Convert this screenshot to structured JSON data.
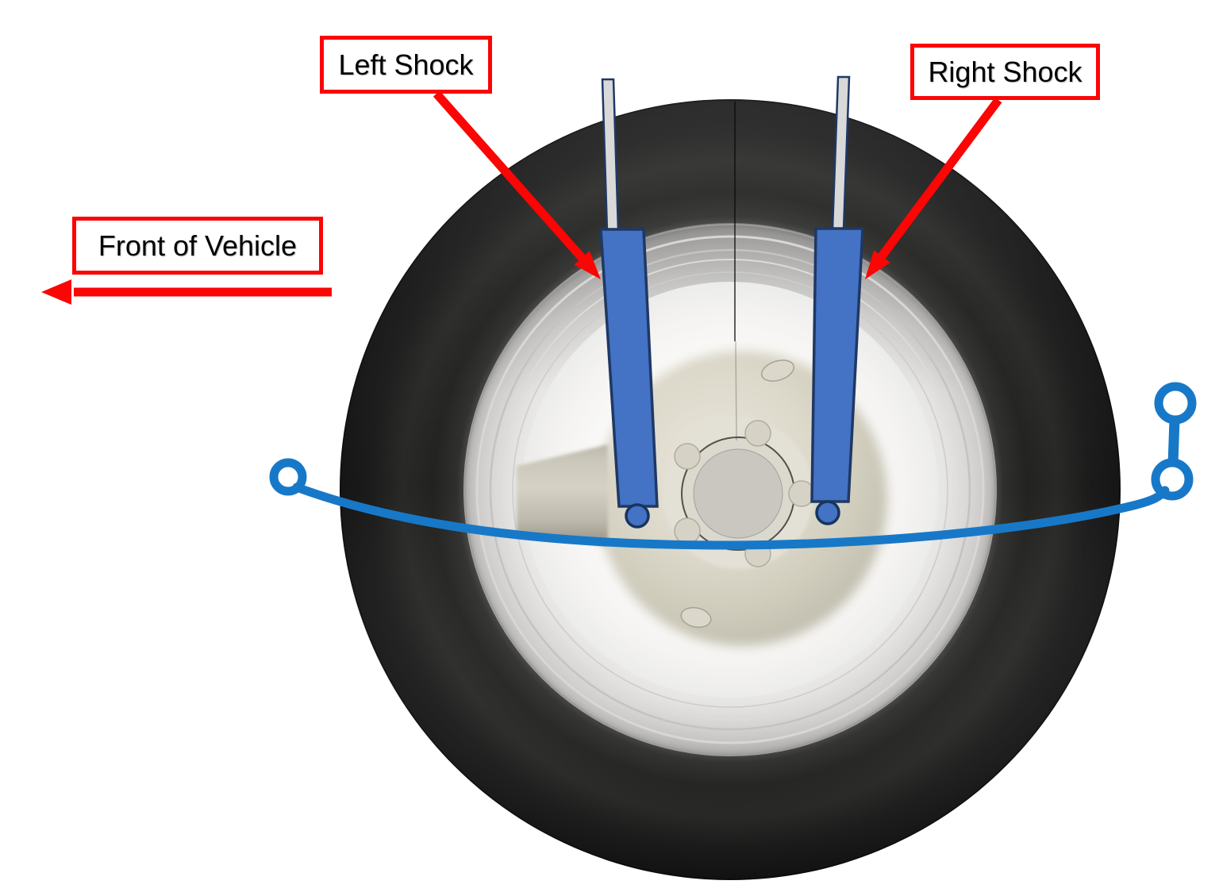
{
  "diagram": {
    "labels": {
      "left_shock": "Left Shock",
      "right_shock": "Right Shock",
      "front_of_vehicle": "Front of Vehicle"
    },
    "colors": {
      "annotation_red": "#fb0505",
      "shock_fill": "#4472c4",
      "shock_outline": "#1f3864",
      "rod_fill": "#d9d9d9",
      "spring_blue": "#1878c8",
      "tire_black": "#1a1a1a",
      "rim_white": "#f2f1ef",
      "hub_beige": "#d5d2c4"
    }
  }
}
